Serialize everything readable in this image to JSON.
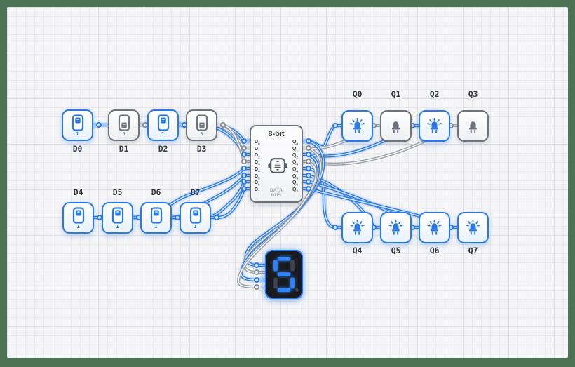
{
  "colors": {
    "wire_high": "#2b79e4",
    "wire_low": "#99a0a8",
    "frame": "#4e7355",
    "canvas": "#f5f5f7",
    "display_lit": "#2f86ff"
  },
  "switches": [
    {
      "label": "D0",
      "value": "1",
      "state": "on"
    },
    {
      "label": "D1",
      "value": "0",
      "state": "off"
    },
    {
      "label": "D2",
      "value": "1",
      "state": "on"
    },
    {
      "label": "D3",
      "value": "0",
      "state": "off"
    },
    {
      "label": "D4",
      "value": "1",
      "state": "on"
    },
    {
      "label": "D5",
      "value": "1",
      "state": "on"
    },
    {
      "label": "D6",
      "value": "1",
      "state": "on"
    },
    {
      "label": "D7",
      "value": "1",
      "state": "on"
    }
  ],
  "leds": [
    {
      "label": "Q0",
      "state": "on"
    },
    {
      "label": "Q1",
      "state": "off"
    },
    {
      "label": "Q2",
      "state": "on"
    },
    {
      "label": "Q3",
      "state": "off"
    },
    {
      "label": "Q4",
      "state": "on"
    },
    {
      "label": "Q5",
      "state": "on"
    },
    {
      "label": "Q6",
      "state": "on"
    },
    {
      "label": "Q7",
      "state": "on"
    }
  ],
  "bus": {
    "title": "8-bit",
    "subtitle": "DATA\nBUS",
    "inputs": [
      {
        "base": "D",
        "sub": "0"
      },
      {
        "base": "D",
        "sub": "1"
      },
      {
        "base": "D",
        "sub": "2"
      },
      {
        "base": "D",
        "sub": "3"
      },
      {
        "base": "D",
        "sub": "4"
      },
      {
        "base": "D",
        "sub": "5"
      },
      {
        "base": "D",
        "sub": "6"
      },
      {
        "base": "D",
        "sub": "7"
      }
    ],
    "outputs": [
      {
        "base": "Q",
        "sub": "0"
      },
      {
        "base": "Q",
        "sub": "1"
      },
      {
        "base": "Q",
        "sub": "2"
      },
      {
        "base": "Q",
        "sub": "3"
      },
      {
        "base": "Q",
        "sub": "4"
      },
      {
        "base": "Q",
        "sub": "5"
      },
      {
        "base": "Q",
        "sub": "6"
      },
      {
        "base": "Q",
        "sub": "7"
      }
    ]
  },
  "display": {
    "value": "5",
    "segments": {
      "a": true,
      "b": false,
      "c": true,
      "d": true,
      "e": false,
      "f": true,
      "g": true,
      "dp": false
    }
  }
}
